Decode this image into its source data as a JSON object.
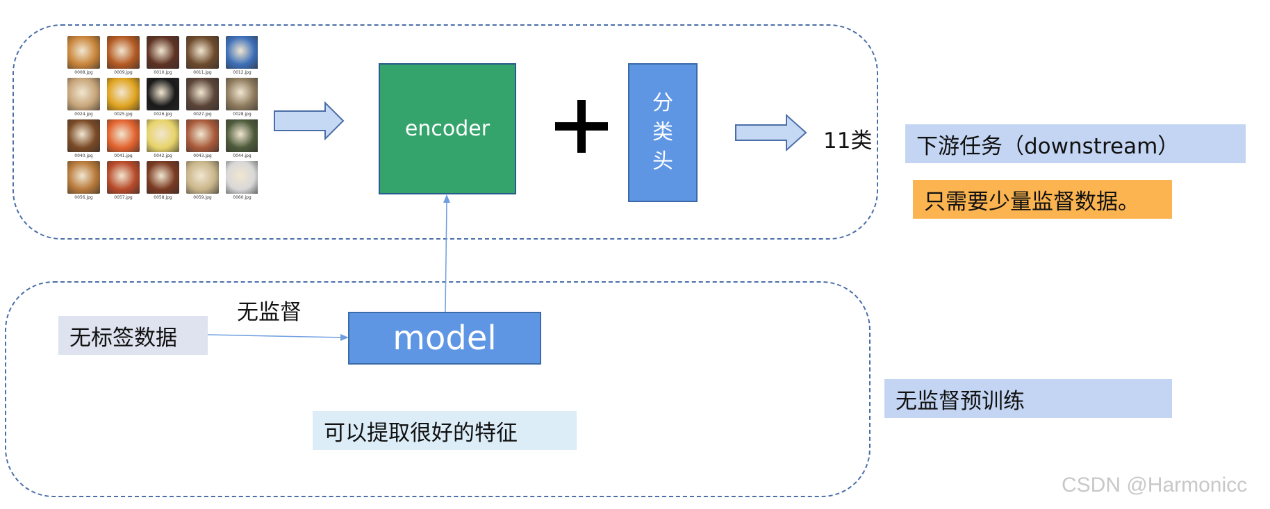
{
  "thumbnails": [
    {
      "caption": "0008.jpg",
      "color": "#c9853b"
    },
    {
      "caption": "0009.jpg",
      "color": "#b45a23"
    },
    {
      "caption": "0010.jpg",
      "color": "#5e3224"
    },
    {
      "caption": "0011.jpg",
      "color": "#6d4a2c"
    },
    {
      "caption": "0012.jpg",
      "color": "#3d6fb8"
    },
    {
      "caption": "0024.jpg",
      "color": "#c7a57a"
    },
    {
      "caption": "0025.jpg",
      "color": "#e0a420"
    },
    {
      "caption": "0026.jpg",
      "color": "#1a1a1a"
    },
    {
      "caption": "0027.jpg",
      "color": "#5a4438"
    },
    {
      "caption": "0028.jpg",
      "color": "#8d7a5d"
    },
    {
      "caption": "0040.jpg",
      "color": "#7a4a26"
    },
    {
      "caption": "0041.jpg",
      "color": "#e2622e"
    },
    {
      "caption": "0042.jpg",
      "color": "#e7d36a"
    },
    {
      "caption": "0043.jpg",
      "color": "#a85a3a"
    },
    {
      "caption": "0044.jpg",
      "color": "#4d5a3a"
    },
    {
      "caption": "0056.jpg",
      "color": "#b7793a"
    },
    {
      "caption": "0057.jpg",
      "color": "#b84a2a"
    },
    {
      "caption": "0058.jpg",
      "color": "#7a3a22"
    },
    {
      "caption": "0059.jpg",
      "color": "#c9b58a"
    },
    {
      "caption": "0060.jpg",
      "color": "#d8d8d8"
    }
  ],
  "encoder_label": "encoder",
  "head_label": "分类头",
  "output_label": "11类",
  "downstream_label": "下游任务（downstream）",
  "few_label_note": "只需要少量监督数据。",
  "unlabeled_label": "无标签数据",
  "unsupervised_label": "无监督",
  "model_label": "model",
  "feature_note": "可以提取很好的特征",
  "pretrain_label": "无监督预训练",
  "watermark": "CSDN @Harmonicc",
  "colors": {
    "encoder": "#34a46c",
    "block_blue": "#5f96e4",
    "arrow_fill": "#c6d9f4",
    "arrow_stroke": "#4a6ea8",
    "tag_blue": "#c3d5f3",
    "tag_orange": "#fbb450",
    "tag_gray": "#dfe2ef",
    "tag_light": "#dcedf8",
    "dash": "#4a6ea8"
  }
}
